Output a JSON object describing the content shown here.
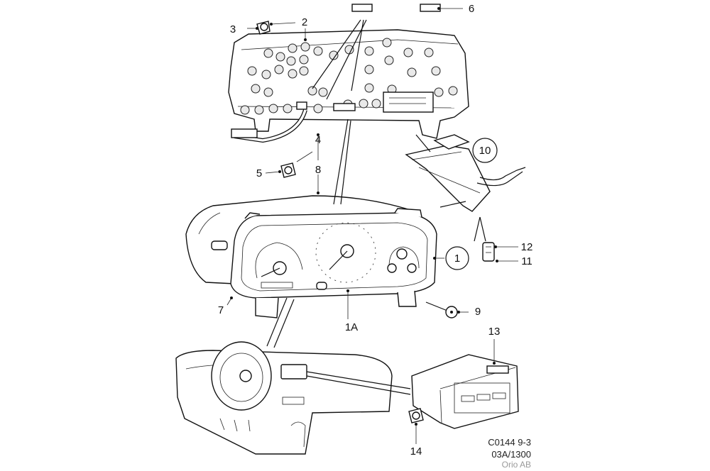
{
  "callouts": {
    "c1": "1",
    "c1a": "1A",
    "c2": "2",
    "c3": "3",
    "c4": "4",
    "c5": "5",
    "c6": "6",
    "c7": "7",
    "c8": "8",
    "c9": "9",
    "c10": "10",
    "c11": "11",
    "c12": "12",
    "c13": "13",
    "c14": "14"
  },
  "footer": {
    "code": "C0144 9-3",
    "revision": "03A/1300",
    "publisher": "Orio AB"
  }
}
